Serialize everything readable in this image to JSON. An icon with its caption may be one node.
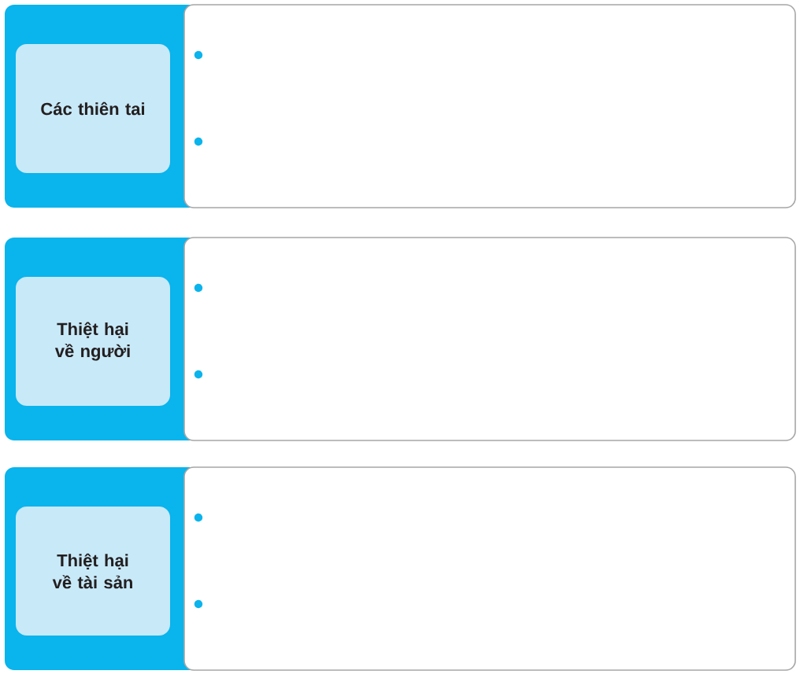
{
  "diagram": {
    "nodes": [
      {
        "text": [
          "Các thiên tai"
        ]
      },
      {
        "text": [
          "Thiệt hại về người"
        ]
      },
      {
        "text": [
          "Thiệt hại về tài sản"
        ]
      }
    ]
  }
}
